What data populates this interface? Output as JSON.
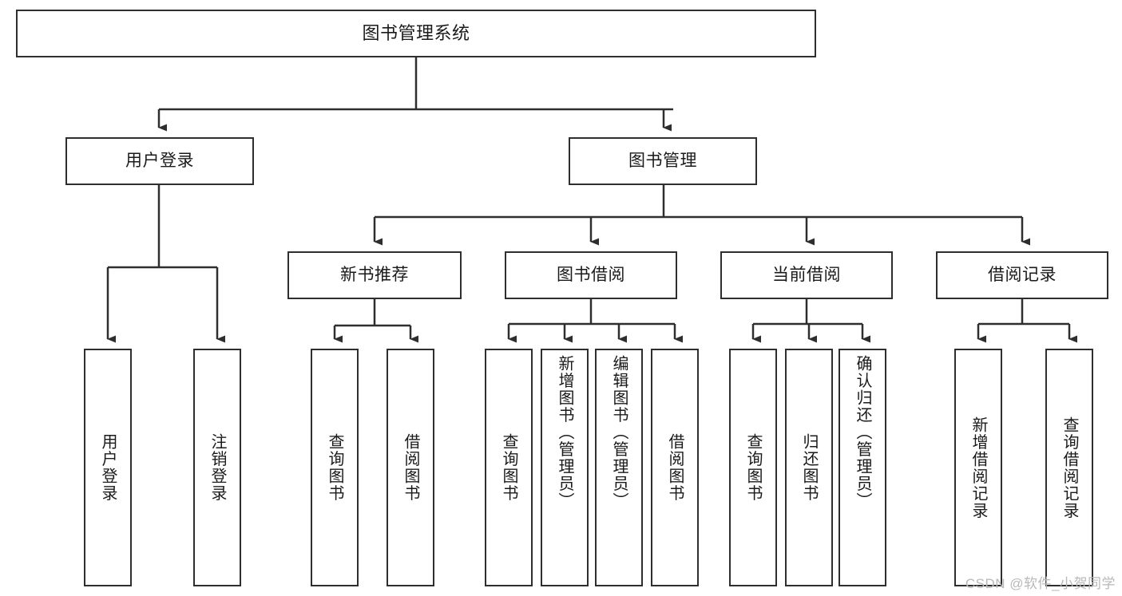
{
  "diagram": {
    "title": "图书管理系统",
    "type": "tree-hierarchy-diagram",
    "colors": {
      "stroke": "#2e2e2e",
      "fill": "#ffffff",
      "text": "#1a1a1a",
      "watermark": "#b8b8b8"
    },
    "root": {
      "label": "图书管理系统"
    },
    "level2": [
      {
        "label": "用户登录"
      },
      {
        "label": "图书管理"
      }
    ],
    "level3": [
      {
        "label": "新书推荐"
      },
      {
        "label": "图书借阅"
      },
      {
        "label": "当前借阅"
      },
      {
        "label": "借阅记录"
      }
    ],
    "leaves": {
      "user_login": [
        {
          "label": "用户登录"
        },
        {
          "label": "注销登录"
        }
      ],
      "new_book_recommend": [
        {
          "label": "查询图书"
        },
        {
          "label": "借阅图书"
        }
      ],
      "book_borrow": [
        {
          "label": "查询图书"
        },
        {
          "label": "新增图书（管理员）"
        },
        {
          "label": "编辑图书（管理员）"
        },
        {
          "label": "借阅图书"
        }
      ],
      "current_borrow": [
        {
          "label": "查询图书"
        },
        {
          "label": "归还图书"
        },
        {
          "label": "确认归还（管理员）"
        }
      ],
      "borrow_record": [
        {
          "label": "新增借阅记录"
        },
        {
          "label": "查询借阅记录"
        }
      ]
    }
  },
  "watermark": {
    "text": "CSDN @软件_小贺同学"
  }
}
